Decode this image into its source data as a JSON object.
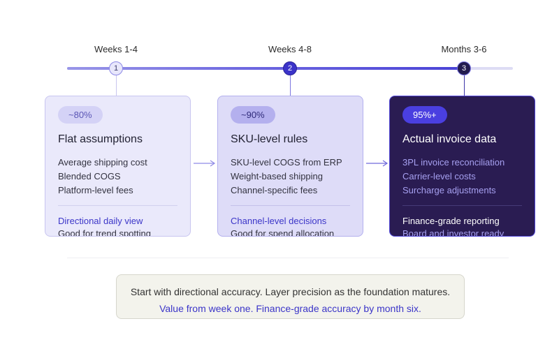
{
  "timeline": {
    "phases": [
      {
        "label": "Weeks 1-4",
        "number": "1"
      },
      {
        "label": "Weeks 4-8",
        "number": "2"
      },
      {
        "label": "Months 3-6",
        "number": "3"
      }
    ]
  },
  "cards": [
    {
      "badge": "~80%",
      "title": "Flat assumptions",
      "items": [
        "Average shipping cost",
        "Blended COGS",
        "Platform-level fees"
      ],
      "outcome_head": "Directional daily view",
      "outcome_sub": "Good for trend spotting"
    },
    {
      "badge": "~90%",
      "title": "SKU-level rules",
      "items": [
        "SKU-level COGS from ERP",
        "Weight-based shipping",
        "Channel-specific fees"
      ],
      "outcome_head": "Channel-level decisions",
      "outcome_sub": "Good for spend allocation"
    },
    {
      "badge": "95%+",
      "title": "Actual invoice data",
      "items": [
        "3PL invoice reconciliation",
        "Carrier-level costs",
        "Surcharge adjustments"
      ],
      "outcome_head": "Finance-grade reporting",
      "outcome_sub": "Board and investor ready"
    }
  ],
  "footer": {
    "main": "Start with directional accuracy. Layer precision as the foundation matures.",
    "sub": "Value from week one. Finance-grade accuracy by month six."
  },
  "colors": {
    "accent": "#3b35c8",
    "dark_card": "#2a1c52",
    "light_card": "#eae9fb",
    "mid_card": "#dedcf8"
  }
}
